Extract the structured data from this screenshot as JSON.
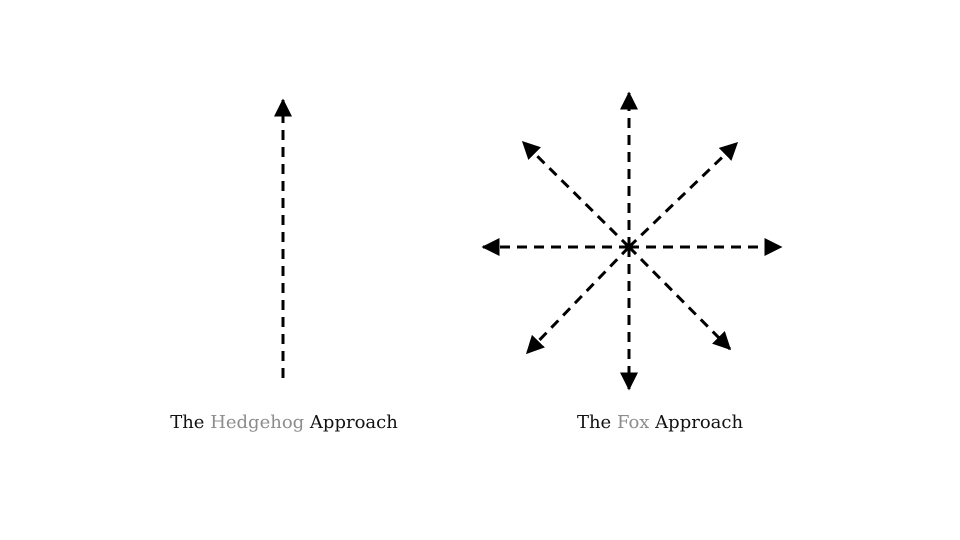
{
  "hedgehog": {
    "caption_prefix": "The",
    "caption_highlight": "Hedgehog",
    "caption_suffix": "Approach",
    "arrow_directions": [
      "up"
    ]
  },
  "fox": {
    "caption_prefix": "The",
    "caption_highlight": "Fox",
    "caption_suffix": "Approach",
    "arrow_directions": [
      "up",
      "up-right",
      "right",
      "down-right",
      "down",
      "down-left",
      "left",
      "up-left"
    ]
  },
  "colors": {
    "arrow": "#000000",
    "text": "#111111",
    "highlight": "#8c8c8c",
    "background": "#ffffff"
  }
}
